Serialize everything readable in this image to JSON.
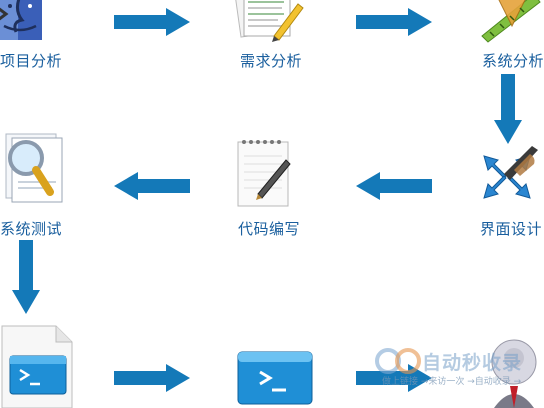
{
  "steps": {
    "project_analysis": "项目分析",
    "requirement_analysis": "需求分析",
    "system_analysis": "系统分析",
    "interface_design": "界面设计",
    "coding": "代码编写",
    "system_testing": "系统测试"
  },
  "watermark": {
    "title": "自动秒收录",
    "subtitle": "做上链接 →来访一次 →自动收录 →"
  },
  "colors": {
    "arrow": "#1479b8",
    "label": "#1a5f9e"
  }
}
